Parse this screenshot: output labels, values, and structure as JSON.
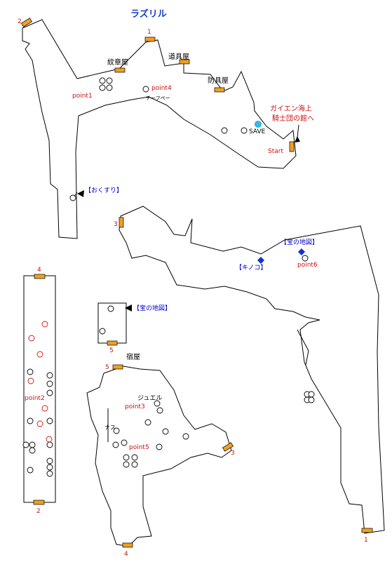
{
  "title": "ラズリル",
  "colors": {
    "title": "#1a3cc8",
    "point": "#cc1111",
    "shop": "#000000",
    "item": "#0000cc",
    "door": "#f0a020",
    "save": "#33bbe6",
    "gem": "#1133cc"
  },
  "shops": {
    "monsho": "紋章屋",
    "dougu": "道具屋",
    "bougu": "防具屋",
    "yado": "宿屋",
    "jewel": "ジュエル",
    "chief": "チーフペー",
    "nasu": "ナス"
  },
  "points": {
    "p1": "point1",
    "p2": "point2",
    "p3": "point3",
    "p4": "point4",
    "p5": "point5",
    "p6": "point6"
  },
  "labels": {
    "save": "SAVE",
    "start": "Start",
    "dest_line1": "ガイエン海上",
    "dest_line2": "騎士団の館へ"
  },
  "items": {
    "okusuri": "【おくすり】",
    "takara_map_1": "【宝の地図】",
    "takara_map_2": "【宝の地図】",
    "kinoko": "【キノコ】"
  },
  "doors": {
    "d2_top": "2",
    "d1_top": "1",
    "d3_mid": "3",
    "d4_left": "4",
    "d2_left": "2",
    "d5_room": "5",
    "d5_lower": "5",
    "d3_lower": "3",
    "d4_lower": "4",
    "d1_right": "1"
  }
}
